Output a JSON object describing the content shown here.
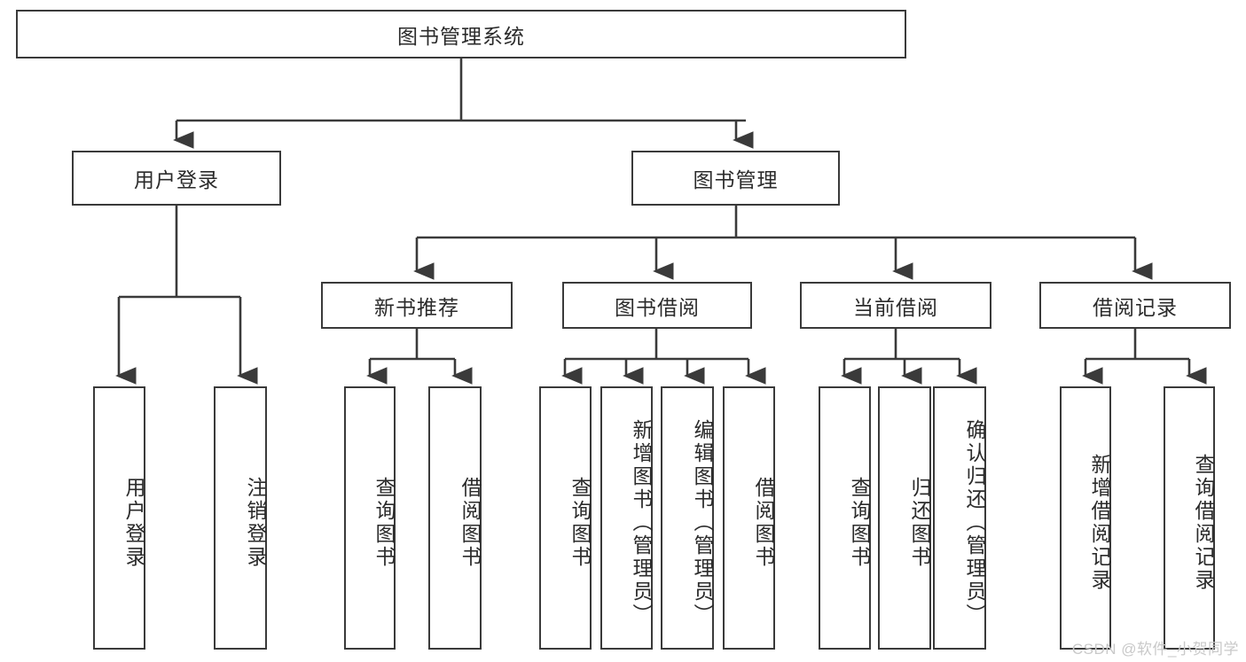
{
  "diagram": {
    "type": "tree-hierarchy",
    "title": "图书管理系统",
    "root": {
      "id": "root",
      "label": "图书管理系统"
    },
    "level2": [
      {
        "id": "user-login",
        "label": "用户登录"
      },
      {
        "id": "book-manage",
        "label": "图书管理"
      }
    ],
    "level3": [
      {
        "id": "new-book-rec",
        "label": "新书推荐",
        "parent": "book-manage"
      },
      {
        "id": "book-borrow",
        "label": "图书借阅",
        "parent": "book-manage"
      },
      {
        "id": "current-borrow",
        "label": "当前借阅",
        "parent": "book-manage"
      },
      {
        "id": "borrow-record",
        "label": "借阅记录",
        "parent": "book-manage"
      }
    ],
    "leaves": [
      {
        "id": "leaf-user-login",
        "label": "用户登录",
        "parent": "user-login"
      },
      {
        "id": "leaf-logout",
        "label": "注销登录",
        "parent": "user-login"
      },
      {
        "id": "leaf-query-book-1",
        "label": "查询图书",
        "parent": "new-book-rec"
      },
      {
        "id": "leaf-borrow-book-1",
        "label": "借阅图书",
        "parent": "new-book-rec"
      },
      {
        "id": "leaf-query-book-2",
        "label": "查询图书",
        "parent": "book-borrow"
      },
      {
        "id": "leaf-add-book",
        "label": "新增图书（管理员）",
        "parent": "book-borrow"
      },
      {
        "id": "leaf-edit-book",
        "label": "编辑图书（管理员）",
        "parent": "book-borrow"
      },
      {
        "id": "leaf-borrow-book-2",
        "label": "借阅图书",
        "parent": "book-borrow"
      },
      {
        "id": "leaf-query-book-3",
        "label": "查询图书",
        "parent": "current-borrow"
      },
      {
        "id": "leaf-return-book",
        "label": "归还图书",
        "parent": "current-borrow"
      },
      {
        "id": "leaf-confirm-return",
        "label": "确认归还（管理员）",
        "parent": "current-borrow"
      },
      {
        "id": "leaf-add-record",
        "label": "新增借阅记录",
        "parent": "borrow-record"
      },
      {
        "id": "leaf-query-record",
        "label": "查询借阅记录",
        "parent": "borrow-record"
      }
    ],
    "colors": {
      "border": "#3a3a3a",
      "text": "#2b2b2b",
      "background": "#ffffff",
      "watermark": "#c9c9c9"
    }
  },
  "watermark": {
    "text": "CSDN @软件_小贺同学"
  }
}
